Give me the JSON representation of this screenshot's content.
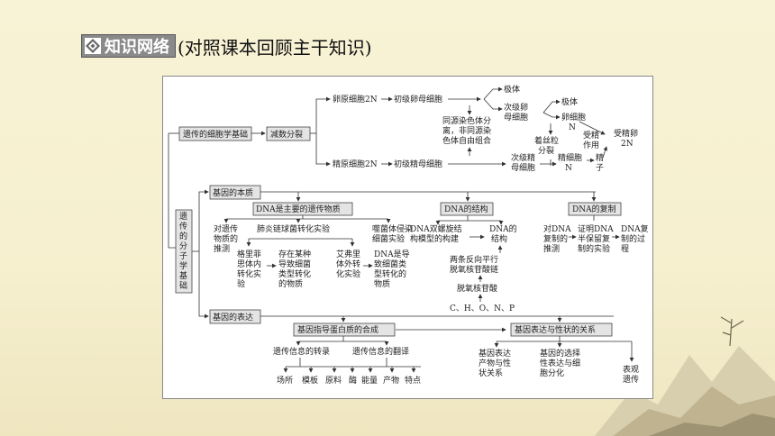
{
  "header": {
    "badge": "知识网络",
    "subtitle": "(对照课本回顾主干知识)"
  },
  "diagram": {
    "root": "遗传的细胞学基础",
    "meiosis": "减数分裂",
    "egg_path": [
      "卵原细胞2N",
      "初级卵母细胞"
    ],
    "sperm_path": [
      "精原细胞2N",
      "初级精母细胞"
    ],
    "recombination": [
      "同源染色体分",
      "离，非同源染",
      "色体自由组合"
    ],
    "polar_body_1": "极体",
    "secondary_oocyte": [
      "次级卵",
      "母细胞"
    ],
    "polar_body_2": "极体",
    "egg_cell": [
      "卵细胞",
      "N"
    ],
    "centromere_split": [
      "着丝粒",
      "分裂"
    ],
    "fertilization": [
      "受精",
      "作用"
    ],
    "zygote": [
      "受精卵",
      "2N"
    ],
    "secondary_spermatocyte": [
      "次级精",
      "母细胞"
    ],
    "spermatid": [
      "精细胞",
      "N"
    ],
    "sperm": [
      "精",
      "子"
    ],
    "molecular_basis": [
      "遗",
      "传",
      "的",
      "分",
      "子",
      "学",
      "基",
      "础"
    ],
    "gene_essence": "基因的本质",
    "dna_main": "DNA是主要的遗传物质",
    "dna_structure": "DNA的结构",
    "dna_replication": "DNA的复制",
    "genetic_material_inference": [
      "对遗传",
      "物质的",
      "推测"
    ],
    "pneumococcus": "肺炎链球菌转化实验",
    "phage": [
      "噬菌体侵染",
      "细菌实验"
    ],
    "griffith": [
      "格里菲",
      "思体内",
      "转化实",
      "验"
    ],
    "conversion_factor": [
      "存在某种",
      "导致细菌",
      "类型转化",
      "的物质"
    ],
    "avery": [
      "艾弗里",
      "体外转",
      "化实验"
    ],
    "dna_conclusion": [
      "DNA是导",
      "致细菌类",
      "型转化的",
      "物质"
    ],
    "double_helix_model": [
      "DNA双螺旋结",
      "构模型的构建"
    ],
    "dna_structure_2": [
      "DNA的",
      "结构"
    ],
    "antiparallel": [
      "两条反向平行",
      "脱氧核苷酸链"
    ],
    "deoxynucleotide": "脱氧核苷酸",
    "elements": "C、H、O、N、P",
    "replication_inference": [
      "对DNA",
      "复制的",
      "推测"
    ],
    "semiconservative": [
      "证明DNA",
      "半保留复",
      "制的实验"
    ],
    "replication_process": [
      "DNA复",
      "制的过",
      "程"
    ],
    "gene_expression": "基因的表达",
    "protein_synthesis": "基因指导蛋白质的合成",
    "gene_trait_relation": "基因表达与性状的关系",
    "transcription": "遗传信息的转录",
    "translation": "遗传信息的翻译",
    "factors": [
      "场所",
      "模板",
      "原料",
      "酶",
      "能量",
      "产物",
      "特点"
    ],
    "expression_product_trait": [
      "基因表达",
      "产物与性",
      "状关系"
    ],
    "selective_expression": [
      "基因的选择",
      "性表达与细",
      "胞分化"
    ],
    "epigenetics": [
      "表观",
      "遗传"
    ]
  }
}
